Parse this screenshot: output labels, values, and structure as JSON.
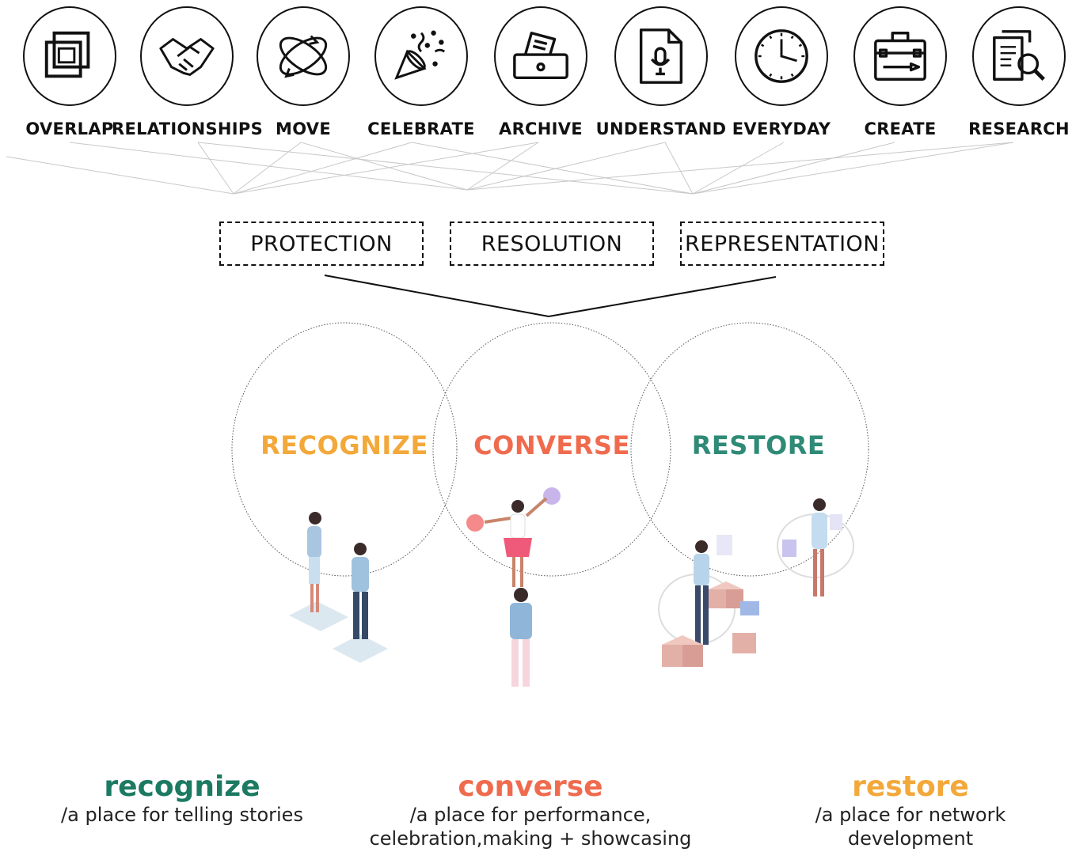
{
  "icons": [
    {
      "label": "OVERLAP",
      "icon": "overlap-squares-icon"
    },
    {
      "label": "RELATIONSHIPS",
      "icon": "handshake-icon"
    },
    {
      "label": "MOVE",
      "icon": "orbit-arrows-icon"
    },
    {
      "label": "CELEBRATE",
      "icon": "party-popper-icon"
    },
    {
      "label": "ARCHIVE",
      "icon": "archive-box-icon"
    },
    {
      "label": "UNDERSTAND",
      "icon": "audio-file-icon"
    },
    {
      "label": "EVERYDAY",
      "icon": "clock-icon"
    },
    {
      "label": "CREATE",
      "icon": "toolbox-icon"
    },
    {
      "label": "RESEARCH",
      "icon": "document-search-icon"
    }
  ],
  "themes": [
    "PROTECTION",
    "RESOLUTION",
    "REPRESENTATION"
  ],
  "venn": [
    {
      "label": "RECOGNIZE",
      "color": "#f3a83a"
    },
    {
      "label": "CONVERSE",
      "color": "#f06b4e"
    },
    {
      "label": "RESTORE",
      "color": "#2f8a76"
    }
  ],
  "descriptions": [
    {
      "title": "recognize",
      "color": "#1c7a62",
      "line1": "/a place for telling stories",
      "line2": ""
    },
    {
      "title": "converse",
      "color": "#f06b4e",
      "line1": "/a place for performance,",
      "line2": "celebration,making + showcasing"
    },
    {
      "title": "restore",
      "color": "#f3a83a",
      "line1": "/a place for network",
      "line2": "development"
    }
  ]
}
